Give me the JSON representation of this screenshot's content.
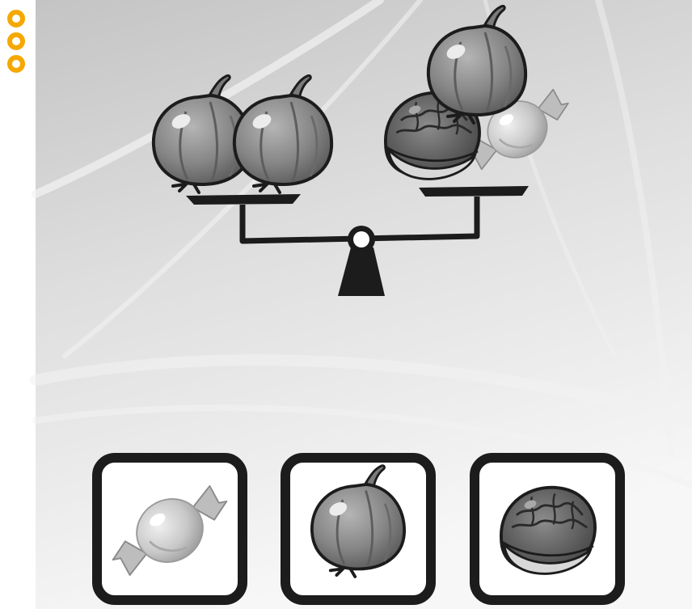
{
  "difficulty": {
    "level": 3,
    "max": 3,
    "color": "#F5A800"
  },
  "scale": {
    "left_pan": [
      "fig",
      "fig"
    ],
    "right_pan": [
      "fig",
      "walnut",
      "candy"
    ],
    "state": "balanced"
  },
  "answer_options": [
    {
      "item": "candy"
    },
    {
      "item": "fig"
    },
    {
      "item": "walnut"
    }
  ],
  "colors": {
    "background_dark": "#c9c9c9",
    "background_light": "#f4f4f4",
    "ink": "#1c1c1c",
    "fig": "#8a8a8a",
    "candy": "#cfcfcf",
    "walnut": "#5e5e5e"
  }
}
